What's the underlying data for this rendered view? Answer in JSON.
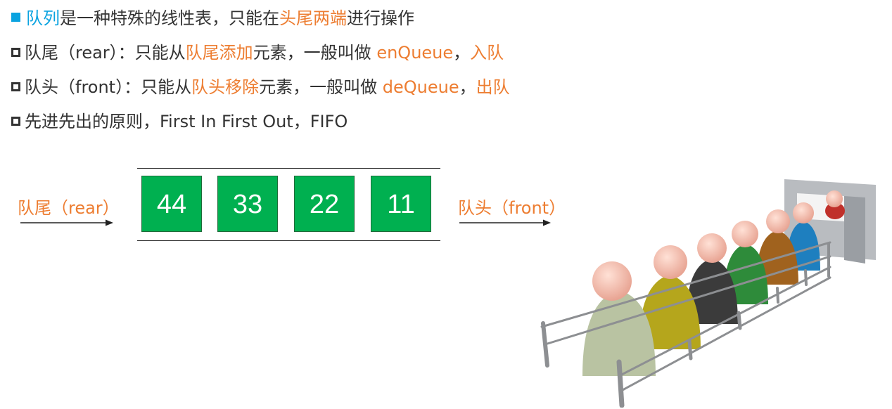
{
  "bullets": [
    {
      "type": "filled",
      "segments": [
        {
          "text": "队列",
          "color": "blue"
        },
        {
          "text": "是一种特殊的线性表，只能在",
          "color": "default"
        },
        {
          "text": "头尾两端",
          "color": "orange"
        },
        {
          "text": "进行操作",
          "color": "default"
        }
      ]
    },
    {
      "type": "hollow",
      "segments": [
        {
          "text": "队尾（rear）：只能从",
          "color": "default"
        },
        {
          "text": "队尾添加",
          "color": "orange"
        },
        {
          "text": "元素，一般叫做 ",
          "color": "default"
        },
        {
          "text": "enQueue",
          "color": "orange"
        },
        {
          "text": "，",
          "color": "default"
        },
        {
          "text": "入队",
          "color": "orange"
        }
      ]
    },
    {
      "type": "hollow",
      "segments": [
        {
          "text": "队头（front）：只能从",
          "color": "default"
        },
        {
          "text": "队头移除",
          "color": "orange"
        },
        {
          "text": "元素，一般叫做 ",
          "color": "default"
        },
        {
          "text": "deQueue",
          "color": "orange"
        },
        {
          "text": "，",
          "color": "default"
        },
        {
          "text": "出队",
          "color": "orange"
        }
      ]
    },
    {
      "type": "hollow",
      "segments": [
        {
          "text": "先进先出的原则，First In First Out，FIFO",
          "color": "default"
        }
      ]
    }
  ],
  "diagram": {
    "rear_label": "队尾（rear）",
    "front_label": "队头（front）",
    "queue_values": [
      "44",
      "33",
      "22",
      "11"
    ]
  },
  "colors": {
    "blue": "#0aa3e0",
    "orange": "#ed7d31",
    "default": "#333333",
    "box": "#00b050"
  },
  "illustration": {
    "description_icon": "people-queue-illustration"
  }
}
